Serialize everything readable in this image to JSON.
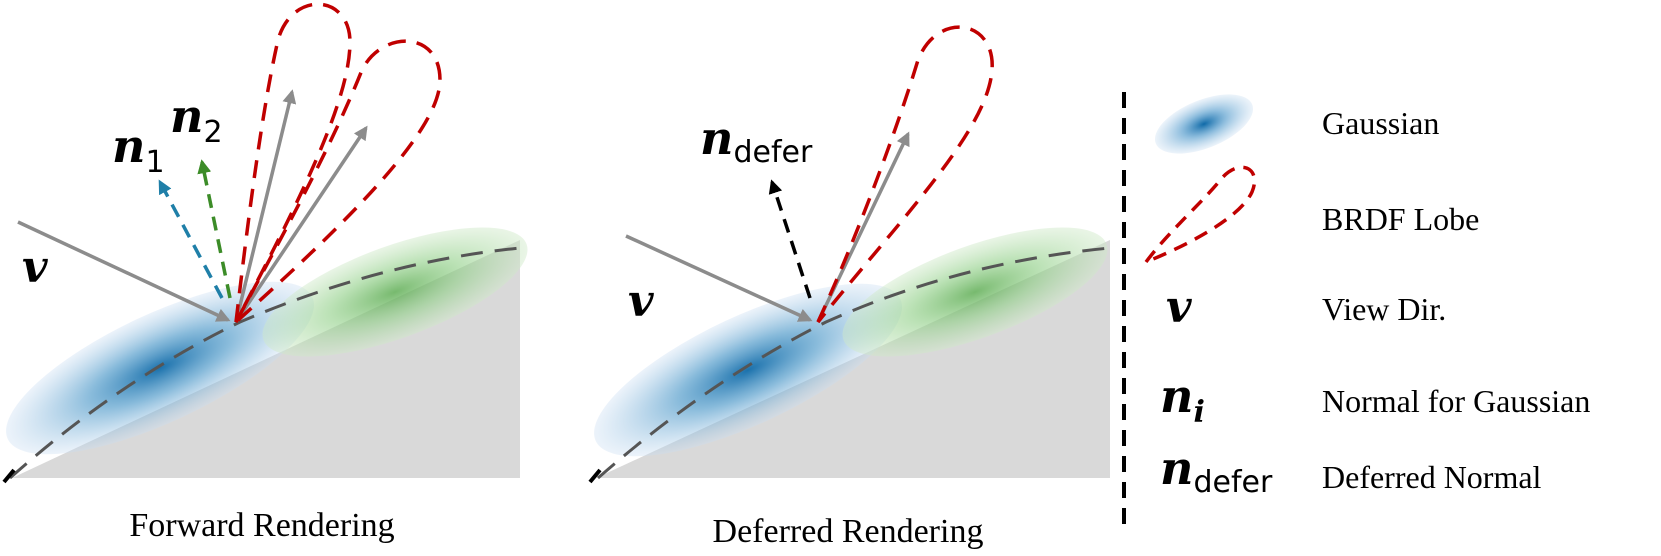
{
  "panels": [
    {
      "caption": "Forward Rendering",
      "labels": {
        "view": "v",
        "normal1_base": "n",
        "normal1_sub": "1",
        "normal2_base": "n",
        "normal2_sub": "2"
      }
    },
    {
      "caption": "Deferred Rendering",
      "labels": {
        "view": "v",
        "normal_base": "n",
        "normal_sub": "defer"
      }
    }
  ],
  "legend": {
    "items": [
      {
        "key": "gaussian",
        "label": "Gaussian"
      },
      {
        "key": "brdf",
        "label": "BRDF Lobe"
      },
      {
        "key": "view",
        "symbol": "v",
        "label": "View Dir."
      },
      {
        "key": "normal-i",
        "symbol": "n",
        "symbol_sub": "i",
        "label": "Normal for Gaussian"
      },
      {
        "key": "normal-defer",
        "symbol": "n",
        "symbol_sub": "defer",
        "label": "Deferred Normal"
      }
    ]
  },
  "colors": {
    "surface": "#d9d9d9",
    "gaussian_blue": "#1f78b4",
    "gaussian_green": "#8fd18a",
    "brdf_lobe": "#c00000",
    "view_arrow": "#8c8c8c",
    "normal_1": "#1f7fa8",
    "normal_2": "#3c8c28",
    "normal_defer": "#000000"
  }
}
